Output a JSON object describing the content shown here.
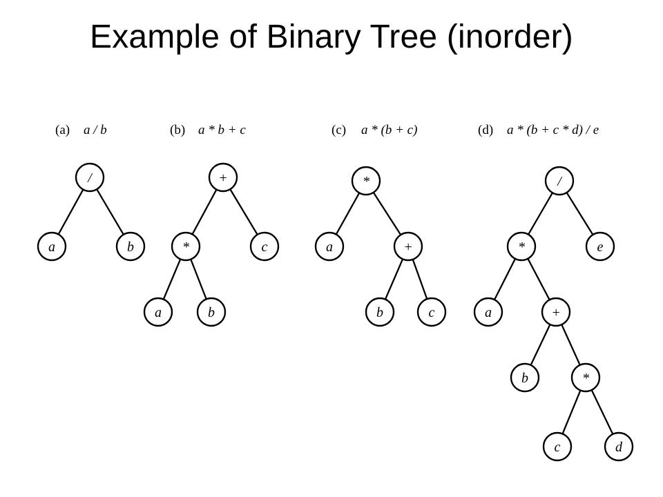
{
  "title": "Example of Binary Tree (inorder)",
  "trees": [
    {
      "tag": "(a)",
      "expression": "a / b",
      "nodes": [
        {
          "id": "a0",
          "label": "/"
        },
        {
          "id": "a1",
          "label": "a"
        },
        {
          "id": "a2",
          "label": "b"
        }
      ],
      "edges": [
        [
          "a0",
          "a1"
        ],
        [
          "a0",
          "a2"
        ]
      ]
    },
    {
      "tag": "(b)",
      "expression": "a * b + c",
      "nodes": [
        {
          "id": "b0",
          "label": "+"
        },
        {
          "id": "b1",
          "label": "*"
        },
        {
          "id": "b2",
          "label": "c"
        },
        {
          "id": "b3",
          "label": "a"
        },
        {
          "id": "b4",
          "label": "b"
        }
      ],
      "edges": [
        [
          "b0",
          "b1"
        ],
        [
          "b0",
          "b2"
        ],
        [
          "b1",
          "b3"
        ],
        [
          "b1",
          "b4"
        ]
      ]
    },
    {
      "tag": "(c)",
      "expression": "a * (b + c)",
      "nodes": [
        {
          "id": "c0",
          "label": "*"
        },
        {
          "id": "c1",
          "label": "a"
        },
        {
          "id": "c2",
          "label": "+"
        },
        {
          "id": "c3",
          "label": "b"
        },
        {
          "id": "c4",
          "label": "c"
        }
      ],
      "edges": [
        [
          "c0",
          "c1"
        ],
        [
          "c0",
          "c2"
        ],
        [
          "c2",
          "c3"
        ],
        [
          "c2",
          "c4"
        ]
      ]
    },
    {
      "tag": "(d)",
      "expression": "a * (b + c * d) / e",
      "nodes": [
        {
          "id": "d0",
          "label": "/"
        },
        {
          "id": "d1",
          "label": "*"
        },
        {
          "id": "d2",
          "label": "e"
        },
        {
          "id": "d3",
          "label": "a"
        },
        {
          "id": "d4",
          "label": "+"
        },
        {
          "id": "d5",
          "label": "b"
        },
        {
          "id": "d6",
          "label": "*"
        },
        {
          "id": "d7",
          "label": "c"
        },
        {
          "id": "d8",
          "label": "d"
        }
      ],
      "edges": [
        [
          "d0",
          "d1"
        ],
        [
          "d0",
          "d2"
        ],
        [
          "d1",
          "d3"
        ],
        [
          "d1",
          "d4"
        ],
        [
          "d4",
          "d5"
        ],
        [
          "d4",
          "d6"
        ],
        [
          "d6",
          "d7"
        ],
        [
          "d6",
          "d8"
        ]
      ]
    }
  ]
}
